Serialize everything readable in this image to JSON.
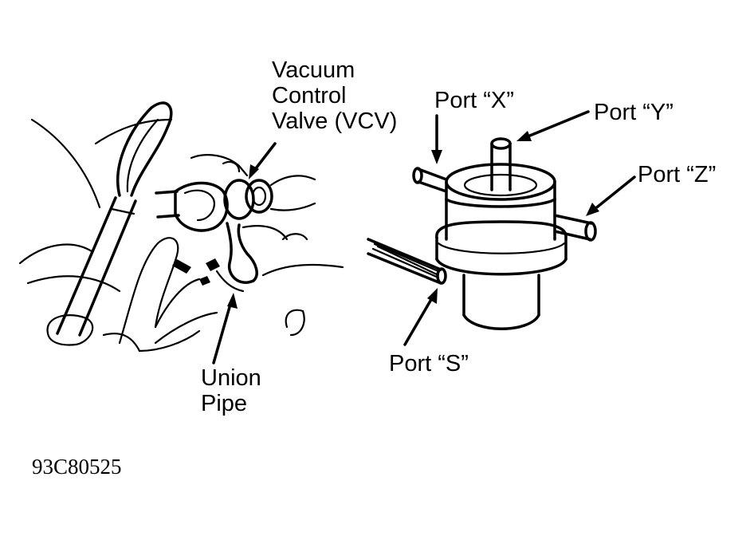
{
  "labels": {
    "vcv_line1": "Vacuum",
    "vcv_line2": "Control",
    "vcv_line3": "Valve (VCV)",
    "union_line1": "Union",
    "union_line2": "Pipe",
    "port_x": "Port “X”",
    "port_y": "Port “Y”",
    "port_z": "Port “Z”",
    "port_s": "Port “S”"
  },
  "figure_code": "93C80525"
}
